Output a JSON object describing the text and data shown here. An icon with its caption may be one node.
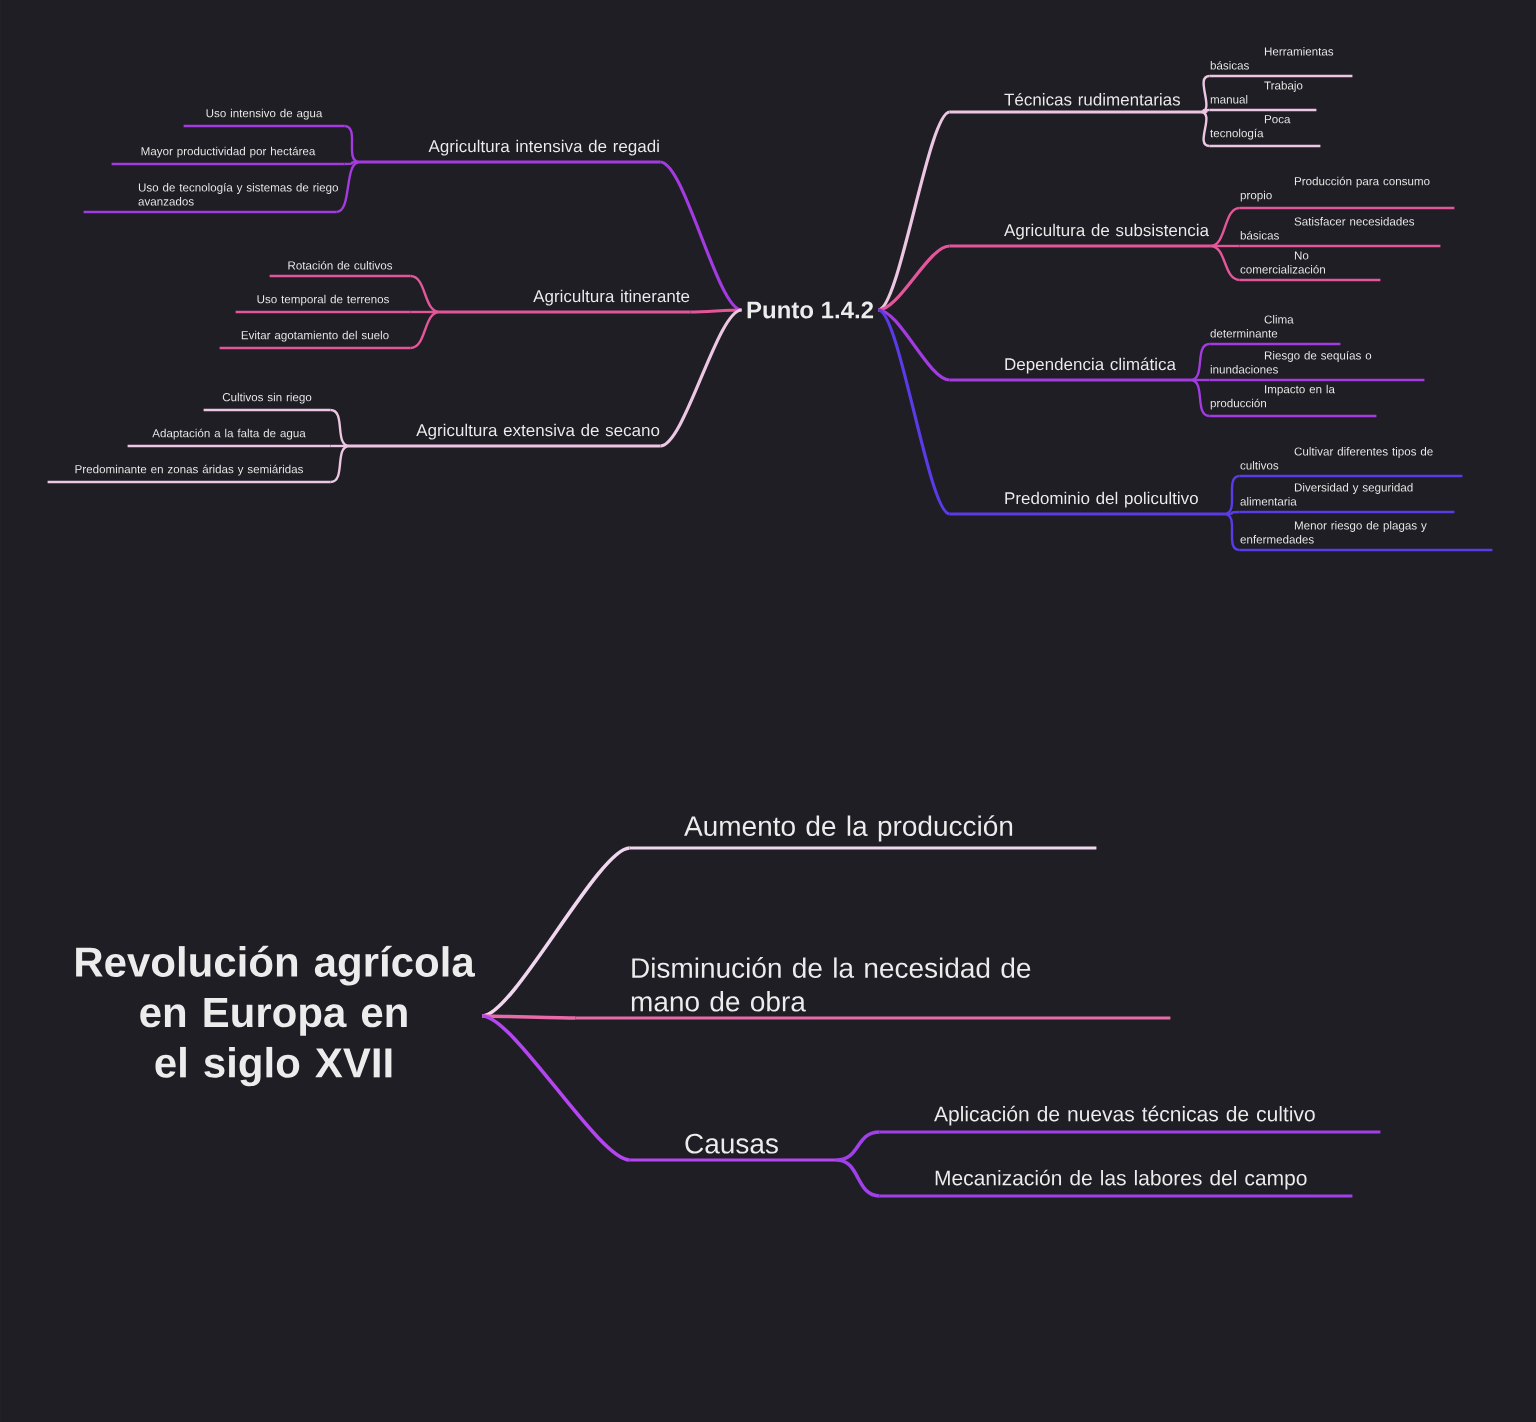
{
  "diagram": {
    "nodes": [
      {
        "text": [
          "Punto 1.4.2"
        ]
      },
      {
        "text": [
          "Agricultura intensiva de regadi"
        ]
      },
      {
        "text": [
          "Uso intensivo de agua"
        ]
      },
      {
        "text": [
          "Mayor productividad por hectárea"
        ]
      },
      {
        "text": [
          "Uso de tecnología y sistemas de riego avanzados"
        ]
      },
      {
        "text": [
          "Agricultura itinerante"
        ]
      },
      {
        "text": [
          "Rotación de cultivos"
        ]
      },
      {
        "text": [
          "Uso temporal de terrenos"
        ]
      },
      {
        "text": [
          "Evitar agotamiento del suelo"
        ]
      },
      {
        "text": [
          "Agricultura extensiva de secano"
        ]
      },
      {
        "text": [
          "Cultivos sin riego"
        ]
      },
      {
        "text": [
          "Adaptación a la falta de agua"
        ]
      },
      {
        "text": [
          "Predominante en zonas áridas y semiáridas"
        ]
      },
      {
        "text": [
          "Técnicas rudimentarias"
        ]
      },
      {
        "text": [
          "Herramientas básicas"
        ]
      },
      {
        "text": [
          "Trabajo manual"
        ]
      },
      {
        "text": [
          "Poca tecnología"
        ]
      },
      {
        "text": [
          "Agricultura de subsistencia"
        ]
      },
      {
        "text": [
          "Producción para consumo propio"
        ]
      },
      {
        "text": [
          "Satisfacer necesidades básicas"
        ]
      },
      {
        "text": [
          "No comercialización"
        ]
      },
      {
        "text": [
          "Dependencia climática"
        ]
      },
      {
        "text": [
          "Clima determinante"
        ]
      },
      {
        "text": [
          "Riesgo de sequías o inundaciones"
        ]
      },
      {
        "text": [
          "Impacto en la producción"
        ]
      },
      {
        "text": [
          "Predominio del policultivo"
        ]
      },
      {
        "text": [
          "Cultivar diferentes tipos de cultivos"
        ]
      },
      {
        "text": [
          "Diversidad y seguridad alimentaria"
        ]
      },
      {
        "text": [
          "Menor riesgo de plagas y enfermedades"
        ]
      },
      {
        "text": [
          "Revolución agrícola en Europa en el siglo XVII"
        ]
      },
      {
        "text": [
          "Aumento de la producción"
        ]
      },
      {
        "text": [
          "Disminución de la necesidad de mano de obra"
        ]
      },
      {
        "text": [
          "Causas"
        ]
      },
      {
        "text": [
          "Aplicación de nuevas técnicas de cultivo"
        ]
      },
      {
        "text": [
          "Mecanización de las labores del campo"
        ]
      }
    ],
    "edges": [
      {
        "from": 0,
        "to": 1,
        "arrow": "none",
        "color": "#a33be0"
      },
      {
        "from": 1,
        "to": 2,
        "arrow": "none",
        "color": "#a33be0"
      },
      {
        "from": 1,
        "to": 3,
        "arrow": "none",
        "color": "#a33be0"
      },
      {
        "from": 1,
        "to": 4,
        "arrow": "none",
        "color": "#a33be0"
      },
      {
        "from": 0,
        "to": 5,
        "arrow": "none",
        "color": "#e4569a"
      },
      {
        "from": 5,
        "to": 6,
        "arrow": "none",
        "color": "#e4569a"
      },
      {
        "from": 5,
        "to": 7,
        "arrow": "none",
        "color": "#e4569a"
      },
      {
        "from": 5,
        "to": 8,
        "arrow": "none",
        "color": "#e4569a"
      },
      {
        "from": 0,
        "to": 9,
        "arrow": "none",
        "color": "#ecc6e2"
      },
      {
        "from": 9,
        "to": 10,
        "arrow": "none",
        "color": "#ecc6e2"
      },
      {
        "from": 9,
        "to": 11,
        "arrow": "none",
        "color": "#ecc6e2"
      },
      {
        "from": 9,
        "to": 12,
        "arrow": "none",
        "color": "#ecc6e2"
      },
      {
        "from": 0,
        "to": 13,
        "arrow": "none",
        "color": "#ecc6e2"
      },
      {
        "from": 13,
        "to": 14,
        "arrow": "none",
        "color": "#ecc6e2"
      },
      {
        "from": 13,
        "to": 15,
        "arrow": "none",
        "color": "#ecc6e2"
      },
      {
        "from": 13,
        "to": 16,
        "arrow": "none",
        "color": "#ecc6e2"
      },
      {
        "from": 0,
        "to": 17,
        "arrow": "none",
        "color": "#e4569a"
      },
      {
        "from": 17,
        "to": 18,
        "arrow": "none",
        "color": "#e4569a"
      },
      {
        "from": 17,
        "to": 19,
        "arrow": "none",
        "color": "#e4569a"
      },
      {
        "from": 17,
        "to": 20,
        "arrow": "none",
        "color": "#e4569a"
      },
      {
        "from": 0,
        "to": 21,
        "arrow": "none",
        "color": "#a33be0"
      },
      {
        "from": 21,
        "to": 22,
        "arrow": "none",
        "color": "#a33be0"
      },
      {
        "from": 21,
        "to": 23,
        "arrow": "none",
        "color": "#a33be0"
      },
      {
        "from": 21,
        "to": 24,
        "arrow": "none",
        "color": "#a33be0"
      },
      {
        "from": 0,
        "to": 25,
        "arrow": "none",
        "color": "#5a3be6"
      },
      {
        "from": 25,
        "to": 26,
        "arrow": "none",
        "color": "#5a3be6"
      },
      {
        "from": 25,
        "to": 27,
        "arrow": "none",
        "color": "#5a3be6"
      },
      {
        "from": 25,
        "to": 28,
        "arrow": "none",
        "color": "#5a3be6"
      },
      {
        "from": 29,
        "to": 30,
        "arrow": "none",
        "color": "#f0d6ee"
      },
      {
        "from": 29,
        "to": 31,
        "arrow": "none",
        "color": "#e86aa8"
      },
      {
        "from": 29,
        "to": 32,
        "arrow": "none",
        "color": "#b445f0"
      },
      {
        "from": 32,
        "to": 33,
        "arrow": "none",
        "color": "#a040e8"
      },
      {
        "from": 32,
        "to": 34,
        "arrow": "none",
        "color": "#a040e8"
      }
    ]
  }
}
